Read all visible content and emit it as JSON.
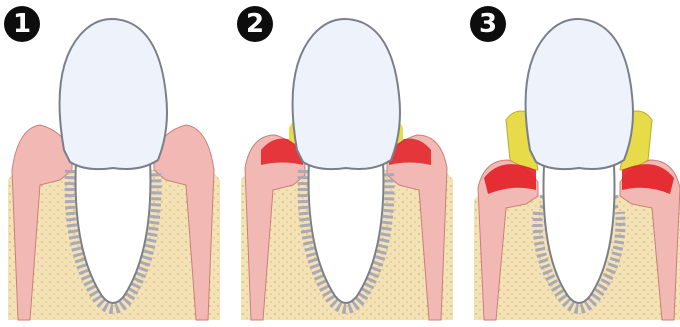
{
  "stages": [
    {
      "number": "1"
    },
    {
      "number": "2"
    },
    {
      "number": "3"
    }
  ],
  "colors": {
    "bone": "#f2e2b6",
    "bone_dots": "#d9b66e",
    "gum": "#f2b9b4",
    "gum_inflamed": "#e21f26",
    "tartar": "#e8db4a",
    "tooth": "#eef3fb",
    "tooth_outline": "#7a7f8a",
    "ligament": "#a9a9b8"
  }
}
